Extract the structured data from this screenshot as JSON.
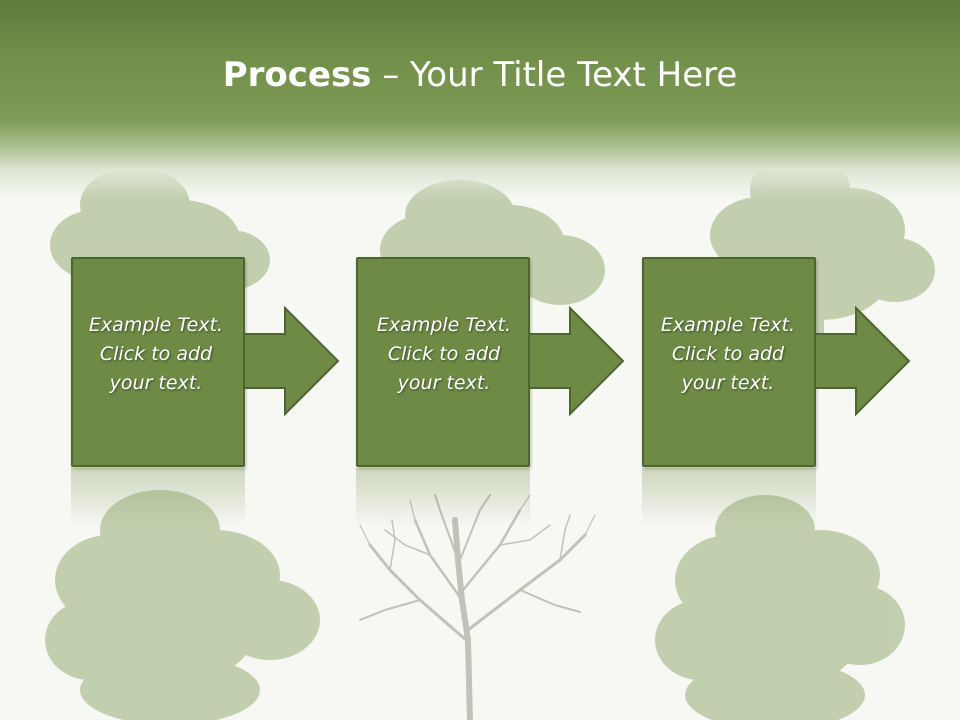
{
  "slide": {
    "title_bold": "Process",
    "title_rest": " – Your Title Text Here"
  },
  "steps": [
    {
      "line1": "Example Text.",
      "line2": "Click  to add",
      "line3": "your text."
    },
    {
      "line1": "Example Text.",
      "line2": "Click  to add",
      "line3": "your text."
    },
    {
      "line1": "Example Text.",
      "line2": "Click  to add",
      "line3": "your text."
    }
  ],
  "colors": {
    "header_green": "#73904b",
    "box_fill": "#6e8a45",
    "box_border": "#4d6530",
    "tree_green": "#b6c6a0",
    "bare_tree": "#c4c4bc",
    "background": "#f7f8f4"
  }
}
